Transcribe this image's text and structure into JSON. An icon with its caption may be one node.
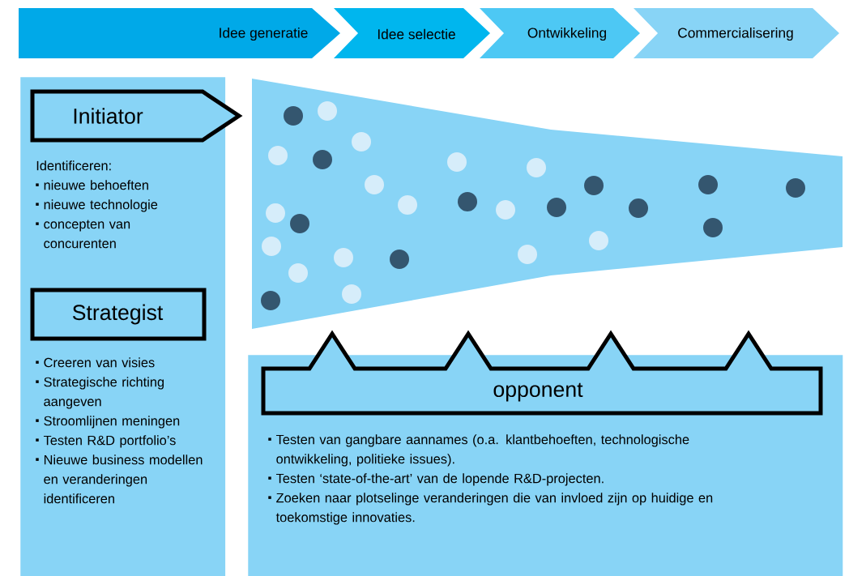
{
  "diagram": {
    "nodes": [
      {
        "text": [
          "Idee generatie"
        ]
      },
      {
        "text": [
          "Idee selectie"
        ]
      },
      {
        "text": [
          "Ontwikkeling"
        ]
      },
      {
        "text": [
          "Commercialisering"
        ]
      },
      {
        "text": [
          "Identificeren:",
          "nieuwe behoeften",
          "nieuwe technologie",
          "concepten van concurenten",
          "Creeren van visies",
          "Strategische richting aangeven",
          "Stroomlijnen meningen",
          "Testen R&D portfolio’s",
          "Nieuwe business modellen en veranderingen identificeren"
        ]
      },
      {
        "text": [
          "Initiator"
        ],
        "in": 4
      },
      {
        "text": [
          "Strategist"
        ],
        "in": 4
      },
      {
        "text": [
          "Testen van gangbare aannames (o.a. klantbehoeften, technologische ontwikkeling, politieke issues).",
          "Testen ‘state-of-the-art’ van de lopende R&D-projecten.",
          "Zoeken naar plotselinge veranderingen die van invloed zijn op huidige en toekomstige innovaties."
        ]
      },
      {
        "text": [
          "opponent"
        ]
      }
    ]
  }
}
